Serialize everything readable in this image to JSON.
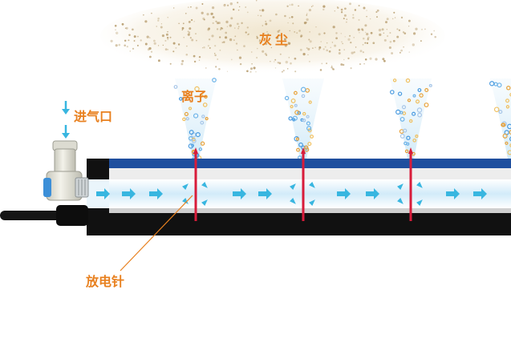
{
  "labels": {
    "dust": "灰尘",
    "ions": "离子",
    "air_inlet": "进气口",
    "discharge_needle": "放电针"
  },
  "colors": {
    "label": "#e8801e",
    "needle": "#d81c3a",
    "arrow": "#38b6e0",
    "bar_blue": "#1f4f9e",
    "bar_black": "#111111",
    "channel": "#d9eefa",
    "dust": "#b59a6a",
    "leader_line": "#e8801e"
  },
  "icons": {
    "fitting": "push-in-air-fitting-icon",
    "cable": "power-cable-icon",
    "inlet_arrow": "down-arrow-icon"
  }
}
